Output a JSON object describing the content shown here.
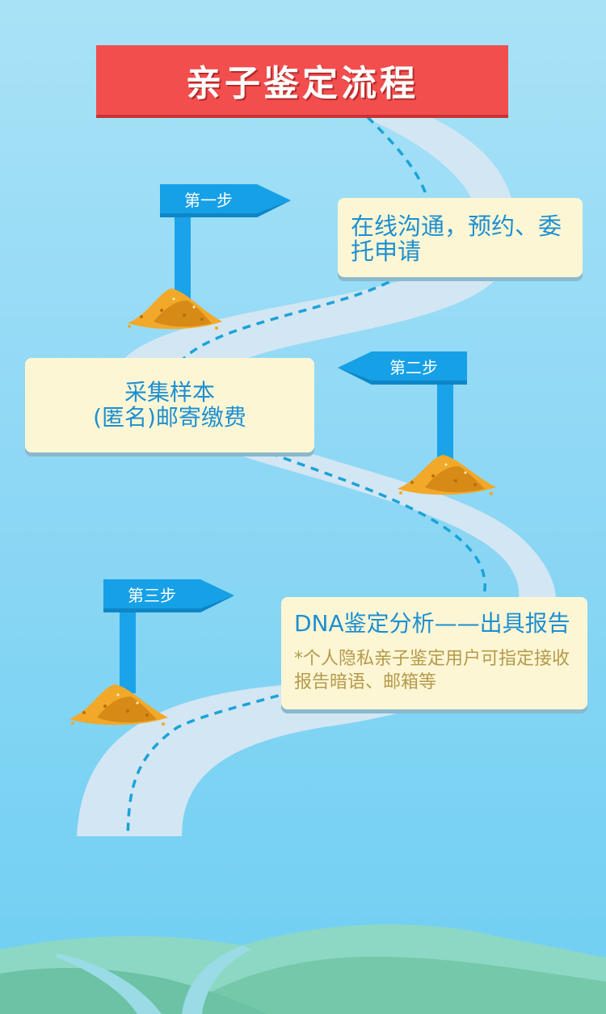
{
  "title": "亲子鉴定流程",
  "steps": [
    {
      "label": "第一步",
      "text": "在线沟通，预约、委托申请"
    },
    {
      "label": "第二步",
      "line1": "采集样本",
      "line2": "(匿名)邮寄缴费"
    },
    {
      "label": "第三步",
      "title": "DNA鉴定分析——出具报告",
      "note": "*个人隐私亲子鉴定用户可指定接收报告暗语、邮箱等"
    }
  ],
  "colors": {
    "accent_red": "#f24e4e",
    "flag_blue": "#1aa3e8",
    "card_bg": "#fdf6d5",
    "text_blue": "#1d8fd1",
    "note_gold": "#b59a4a",
    "road": "#d3e6f3",
    "sand": "#f2a92a",
    "hills": "#7ecfb4"
  }
}
